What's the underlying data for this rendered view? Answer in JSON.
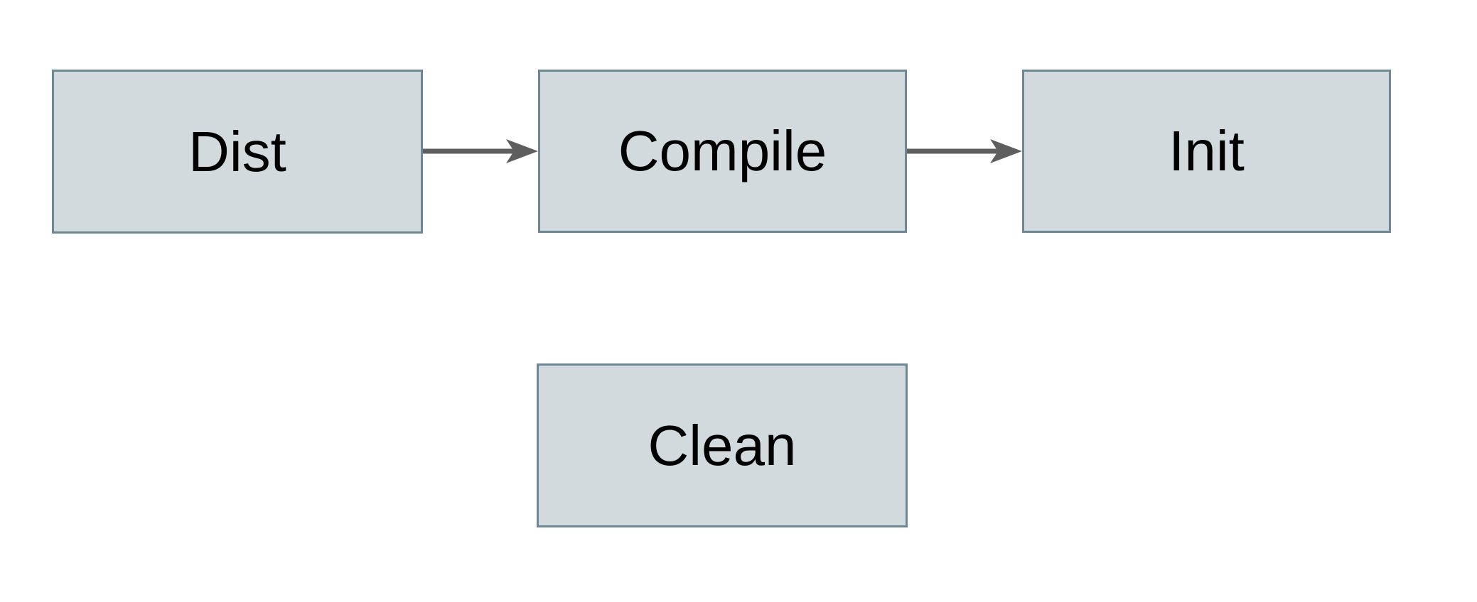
{
  "diagram": {
    "title": "build-targets-flowchart",
    "nodes": [
      {
        "id": "dist",
        "label": "Dist"
      },
      {
        "id": "compile",
        "label": "Compile"
      },
      {
        "id": "init",
        "label": "Init"
      },
      {
        "id": "clean",
        "label": "Clean"
      }
    ],
    "edges": [
      {
        "from": "dist",
        "to": "compile",
        "direction": "right"
      },
      {
        "from": "compile",
        "to": "init",
        "direction": "right"
      }
    ],
    "colors": {
      "background": "#ffffff",
      "node_fill": "#d3dadd",
      "node_border": "#6e8795",
      "node_text": "#000000",
      "arrow": "#5e5e5e"
    }
  }
}
